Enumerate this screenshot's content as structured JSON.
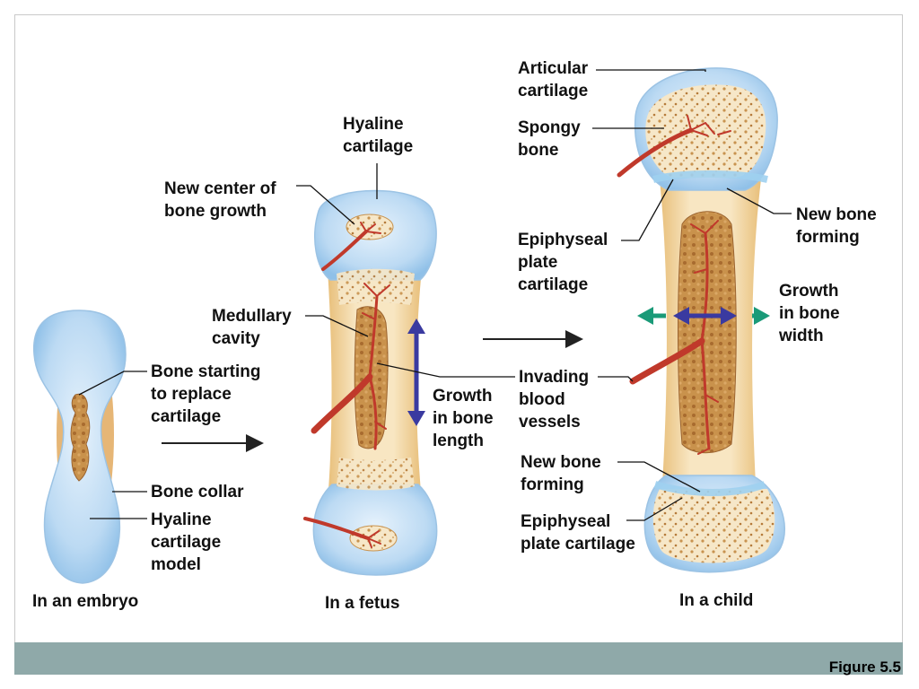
{
  "figure": {
    "label": "Figure 5.5"
  },
  "embryo": {
    "caption": "In an embryo",
    "labels": {
      "bone_starting": "Bone starting\nto replace\ncartilage",
      "bone_collar": "Bone collar",
      "hyaline_model": "Hyaline\ncartilage\nmodel"
    }
  },
  "fetus": {
    "caption": "In a fetus",
    "labels": {
      "hyaline_cartilage": "Hyaline\ncartilage",
      "new_center": "New center of\nbone growth",
      "medullary_cavity": "Medullary\ncavity",
      "growth_length": "Growth\nin bone\nlength"
    }
  },
  "child": {
    "caption": "In a child",
    "labels": {
      "articular_cartilage": "Articular\ncartilage",
      "spongy_bone": "Spongy\nbone",
      "epiphyseal_top": "Epiphyseal\nplate\ncartilage",
      "invading_vessels": "Invading\nblood\nvessels",
      "new_bone_forming_bottom": "New bone\nforming",
      "epiphyseal_bottom": "Epiphyseal\nplate cartilage",
      "new_bone_forming_right": "New bone\nforming",
      "growth_width": "Growth\nin bone\nwidth"
    }
  },
  "colors": {
    "cartilage": "#bcdaf3",
    "bone": "#f2d9a8",
    "spongy": "#c8934f",
    "vessel": "#c0392b",
    "arrow_blue": "#3a3aa0",
    "arrow_green": "#1a9a78",
    "footer": "#8fa9a9"
  }
}
